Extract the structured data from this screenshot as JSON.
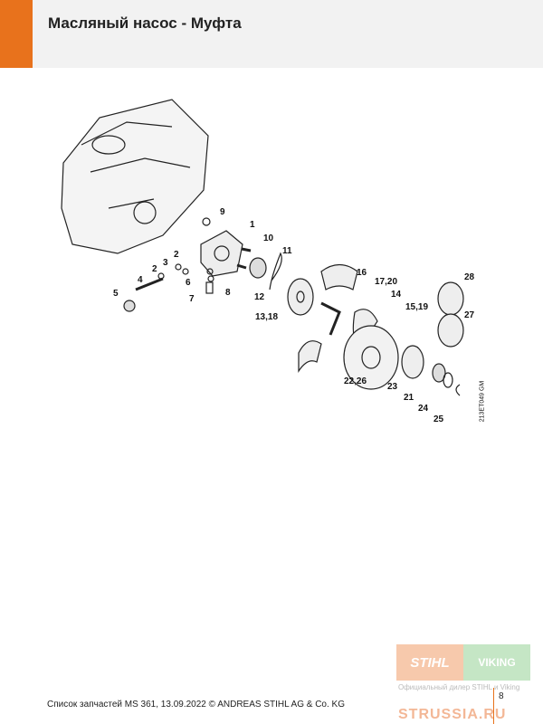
{
  "header": {
    "title": "Масляный насос - Муфта"
  },
  "diagram": {
    "labels": [
      "9",
      "1",
      "10",
      "11",
      "2",
      "3",
      "2",
      "4",
      "5",
      "6",
      "7",
      "8",
      "12",
      "13,18",
      "16",
      "17,20",
      "14",
      "15,19",
      "28",
      "27",
      "22,26",
      "23",
      "21",
      "24",
      "25"
    ],
    "code": "213ET049 GM"
  },
  "footer": {
    "text": "Список запчастей MS 361, 13.09.2022 © ANDREAS STIHL AG & Co. KG",
    "page": "8"
  },
  "watermark": {
    "stihl": "STIHL",
    "viking": "VIKING",
    "dealer": "Официальный дилер STIHL и Viking",
    "site": "STRUSSIA.RU"
  }
}
